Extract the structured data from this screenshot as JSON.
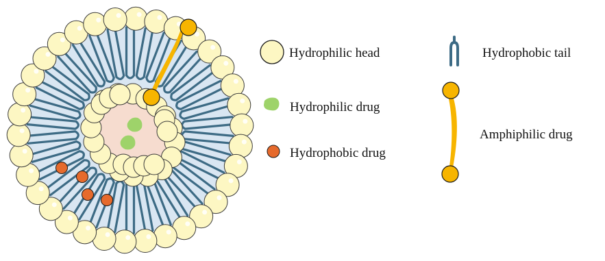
{
  "legend": {
    "hydrophilic_head": "Hydrophilic head",
    "hydrophobic_tail": "Hydrophobic tail",
    "hydrophilic_drug": "Hydrophilic drug",
    "amphiphilic_drug": "Amphiphilic drug",
    "hydrophobic_drug": "Hydrophobic drug"
  },
  "colors": {
    "head_fill": "#fdf7c3",
    "head_stroke": "#3a3a3a",
    "tail": "#3d6b85",
    "bilayer_bg": "#d9e6f2",
    "core_bg": "#f6dccf",
    "hydrophilic_drug": "#9ed36a",
    "hydrophobic_drug": "#e66a2c",
    "amphiphilic_drug": "#f7b500"
  },
  "diagram": {
    "name": "liposome",
    "hydrophobic_drug_count": 4,
    "hydrophilic_drug_count": 2,
    "amphiphilic_drug_count": 1
  }
}
